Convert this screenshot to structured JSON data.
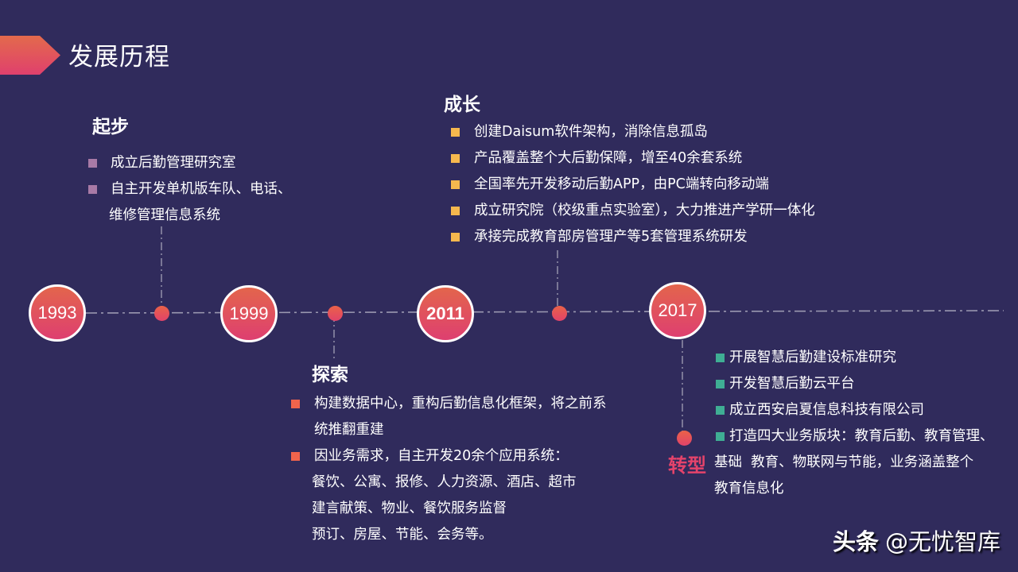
{
  "header": {
    "title": "发展历程"
  },
  "colors": {
    "background": "#302b5c",
    "accent_gradient_top": "#e3654c",
    "accent_gradient_bottom": "#de3f70",
    "bullet_qibu": "#a87aa6",
    "bullet_chengzhang": "#f6b84e",
    "bullet_tansuo": "#f0644c",
    "bullet_zhuanxing": "#3fae94",
    "zhuanxing_title": "#e4436b"
  },
  "timeline": {
    "years": [
      "1993",
      "1999",
      "2011",
      "2017"
    ]
  },
  "stages": {
    "qibu": {
      "title": "起步",
      "items": [
        {
          "lines": [
            "成立后勤管理研究室"
          ]
        },
        {
          "lines": [
            "自主开发单机版车队、电话、",
            "维修管理信息系统"
          ]
        }
      ]
    },
    "tansuo": {
      "title": "探索",
      "items": [
        {
          "lines": [
            "构建数据中心，重构后勤信息化框架，将之前系",
            "统推翻重建"
          ]
        },
        {
          "lines": [
            "因业务需求，自主开发20余个应用系统：",
            "餐饮、公寓、报修、人力资源、酒店、超市",
            "建言献策、物业、餐饮服务监督",
            "预订、房屋、节能、会务等。"
          ]
        }
      ]
    },
    "chengzhang": {
      "title": "成长",
      "items": [
        {
          "lines": [
            "创建Daisum软件架构，消除信息孤岛"
          ]
        },
        {
          "lines": [
            "产品覆盖整个大后勤保障，增至40余套系统"
          ]
        },
        {
          "lines": [
            "全国率先开发移动后勤APP，由PC端转向移动端"
          ]
        },
        {
          "lines": [
            "成立研究院（校级重点实验室），大力推进产学研一体化"
          ]
        },
        {
          "lines": [
            "承接完成教育部房管理产等5套管理系统研发"
          ]
        }
      ]
    },
    "zhuanxing": {
      "title": "转型",
      "items": [
        {
          "lines": [
            "开展智慧后勤建设标准研究"
          ]
        },
        {
          "lines": [
            "开发智慧后勤云平台"
          ]
        },
        {
          "lines": [
            "成立西安启夏信息科技有限公司"
          ]
        },
        {
          "lines": [
            "打造四大业务版块：教育后勤、教育管理、",
            "基础  教育、物联网与节能，业务涵盖整个",
            "教育信息化"
          ]
        }
      ]
    }
  },
  "watermark": {
    "brand": "头条",
    "handle": "@无忧智库"
  }
}
